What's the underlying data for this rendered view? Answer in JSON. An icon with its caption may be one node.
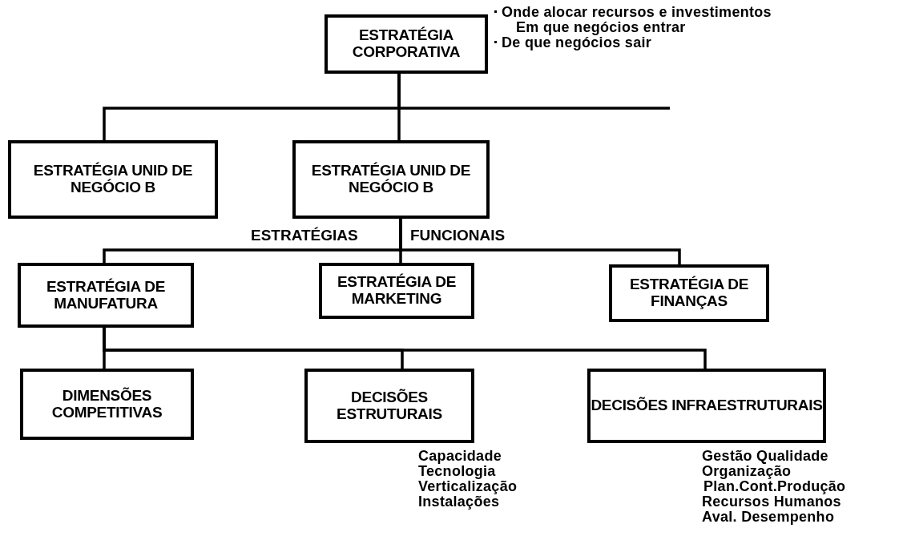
{
  "diagram": {
    "nodes": [
      {
        "text": [
          "ESTRATÉGIA CORPORATIVA"
        ],
        "beside": [
          "Onde alocar recursos e investimentos",
          "Em que negócios entrar",
          "De que negócios sair"
        ]
      },
      {
        "text": [
          "ESTRATÉGIA UNID DE NEGÓCIO B"
        ]
      },
      {
        "text": [
          "ESTRATÉGIA UNID DE NEGÓCIO B"
        ]
      },
      {
        "text": [
          "ESTRATÉGIA DE MANUFATURA"
        ]
      },
      {
        "text": [
          "ESTRATÉGIA DE MARKETING"
        ]
      },
      {
        "text": [
          "ESTRATÉGIA DE FINANÇAS"
        ]
      },
      {
        "text": [
          "DIMENSÕES COMPETITIVAS"
        ]
      },
      {
        "text": [
          "DECISÕES ESTRUTURAIS"
        ],
        "beside": [
          "Capacidade",
          "Tecnologia",
          "Verticalização",
          "Instalações"
        ]
      },
      {
        "text": [
          "DECISÕES INFRAESTRUTURAIS"
        ],
        "beside": [
          "Gestão Qualidade",
          "Organização",
          "Plan.Cont.Produção",
          "Recursos Humanos",
          "Aval. Desempenho"
        ]
      }
    ],
    "edges": [
      {
        "from": 0,
        "to": 1,
        "arrow": "none"
      },
      {
        "from": 0,
        "to": 2,
        "arrow": "none"
      },
      {
        "from": 0,
        "to": null,
        "arrow": "none"
      },
      {
        "from": 2,
        "to": 3,
        "arrow": "none"
      },
      {
        "from": 2,
        "to": 4,
        "arrow": "none"
      },
      {
        "from": 2,
        "to": 5,
        "arrow": "none"
      },
      {
        "from": 3,
        "to": 6,
        "arrow": "none"
      },
      {
        "from": 3,
        "to": 7,
        "arrow": "none"
      },
      {
        "from": 3,
        "to": 8,
        "arrow": "none"
      }
    ],
    "labels": [
      "ESTRATÉGIAS",
      "FUNCIONAIS"
    ]
  }
}
